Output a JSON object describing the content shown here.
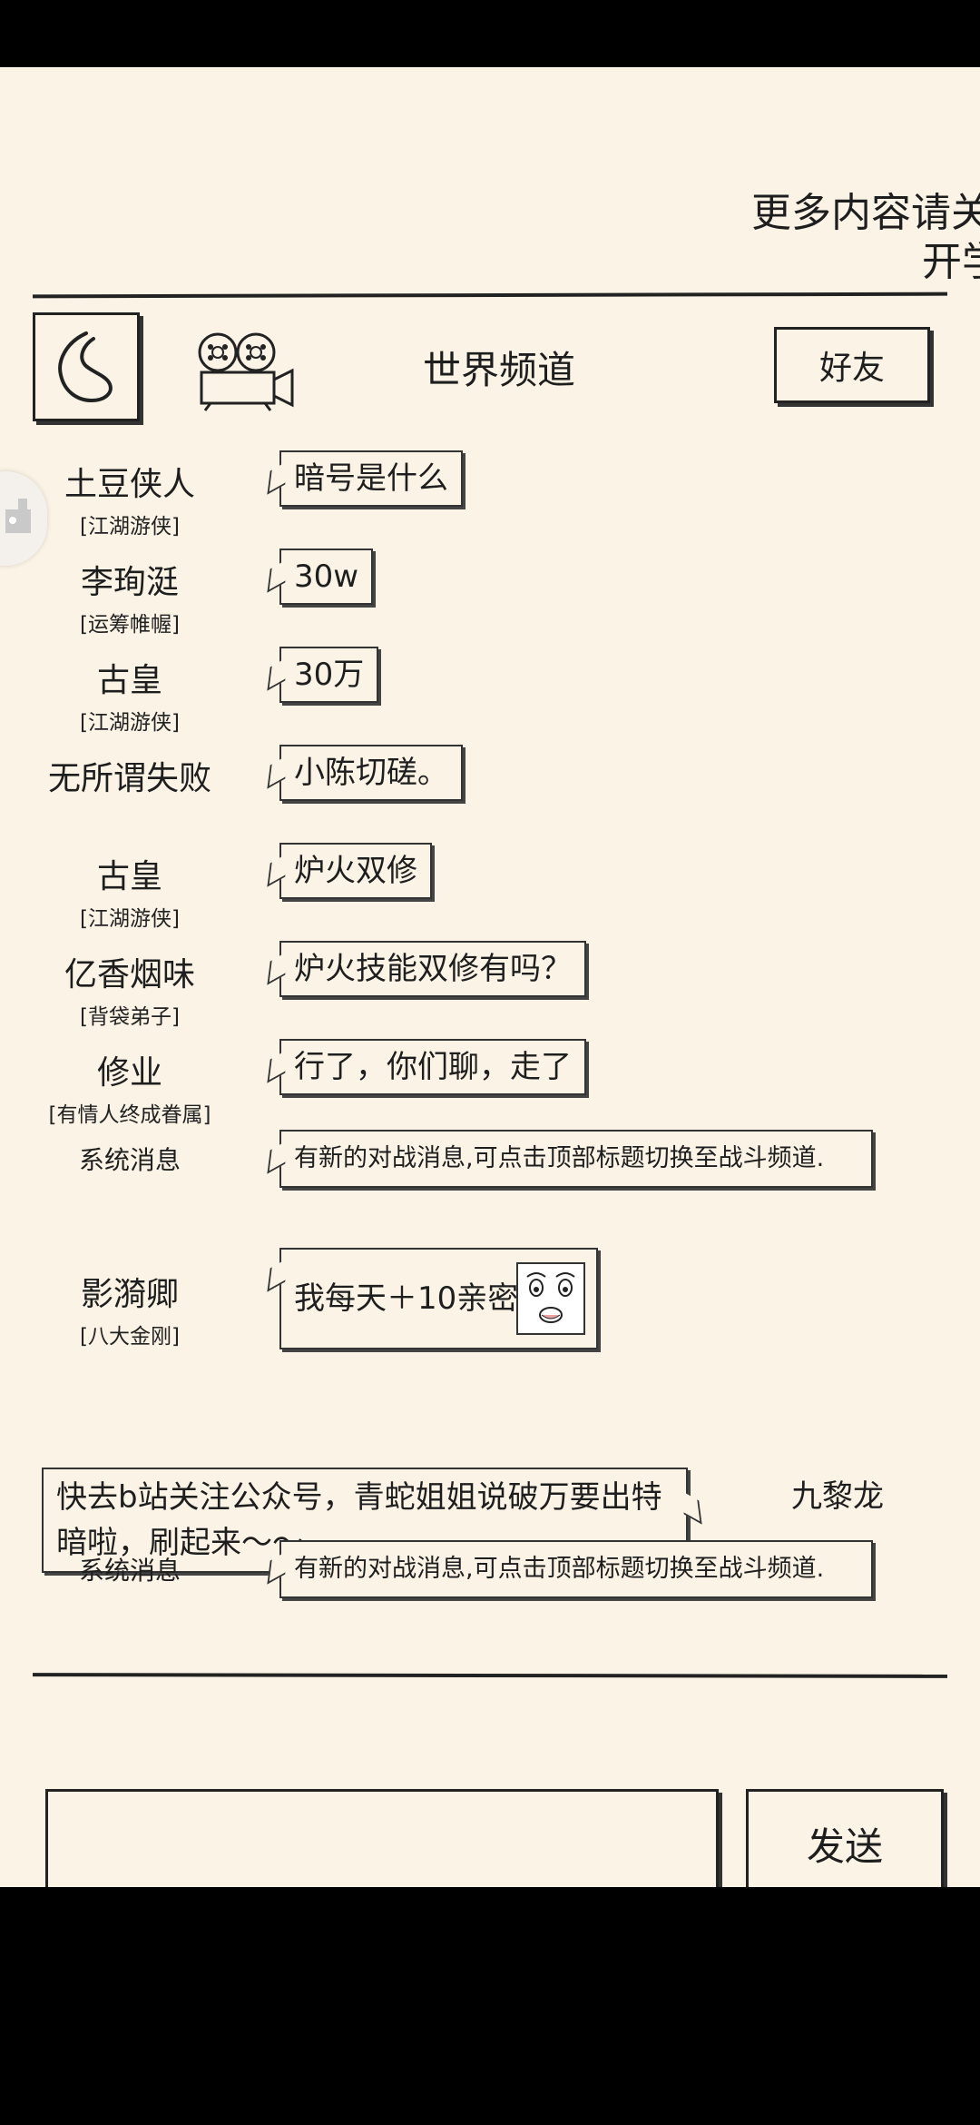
{
  "notice": {
    "line1": "更多内容请关",
    "line2": "开学"
  },
  "header": {
    "channel_title": "世界频道",
    "friends_label": "好友"
  },
  "icons": {
    "back": "back-arrow-icon",
    "camera": "film-camera-icon",
    "side": "robot-icon"
  },
  "messages": [
    {
      "name": "土豆侠人",
      "title": "[江湖游侠]",
      "text": "暗号是什么"
    },
    {
      "name": "李珣涏",
      "title": "[运筹帷幄]",
      "text": "30w"
    },
    {
      "name": "古皇",
      "title": "[江湖游侠]",
      "text": "30万"
    },
    {
      "name": "无所谓失败",
      "title": "",
      "text": "小陈切磋。"
    },
    {
      "name": "古皇",
      "title": "[江湖游侠]",
      "text": "炉火双修"
    },
    {
      "name": "亿香烟味",
      "title": "[背袋弟子]",
      "text": "炉火技能双修有吗？"
    },
    {
      "name": "修业",
      "title": "[有情人终成眷属]",
      "text": "行了，你们聊，走了"
    },
    {
      "name": "系统消息",
      "title": "",
      "text": "有新的对战消息,可点击顶部标题切换至战斗频道."
    },
    {
      "name": "影漪卿",
      "title": "[八大金刚]",
      "text": "我每天＋10亲密"
    },
    {
      "name": "系统消息",
      "title": "",
      "text": "有新的对战消息,可点击顶部标题切换至战斗频道."
    }
  ],
  "my_message": {
    "name": "九黎龙",
    "text": "快去b站关注公众号，青蛇姐姐说破万要出特暗啦，刷起来～～"
  },
  "composer": {
    "input_value": "",
    "send_label": "发送"
  }
}
